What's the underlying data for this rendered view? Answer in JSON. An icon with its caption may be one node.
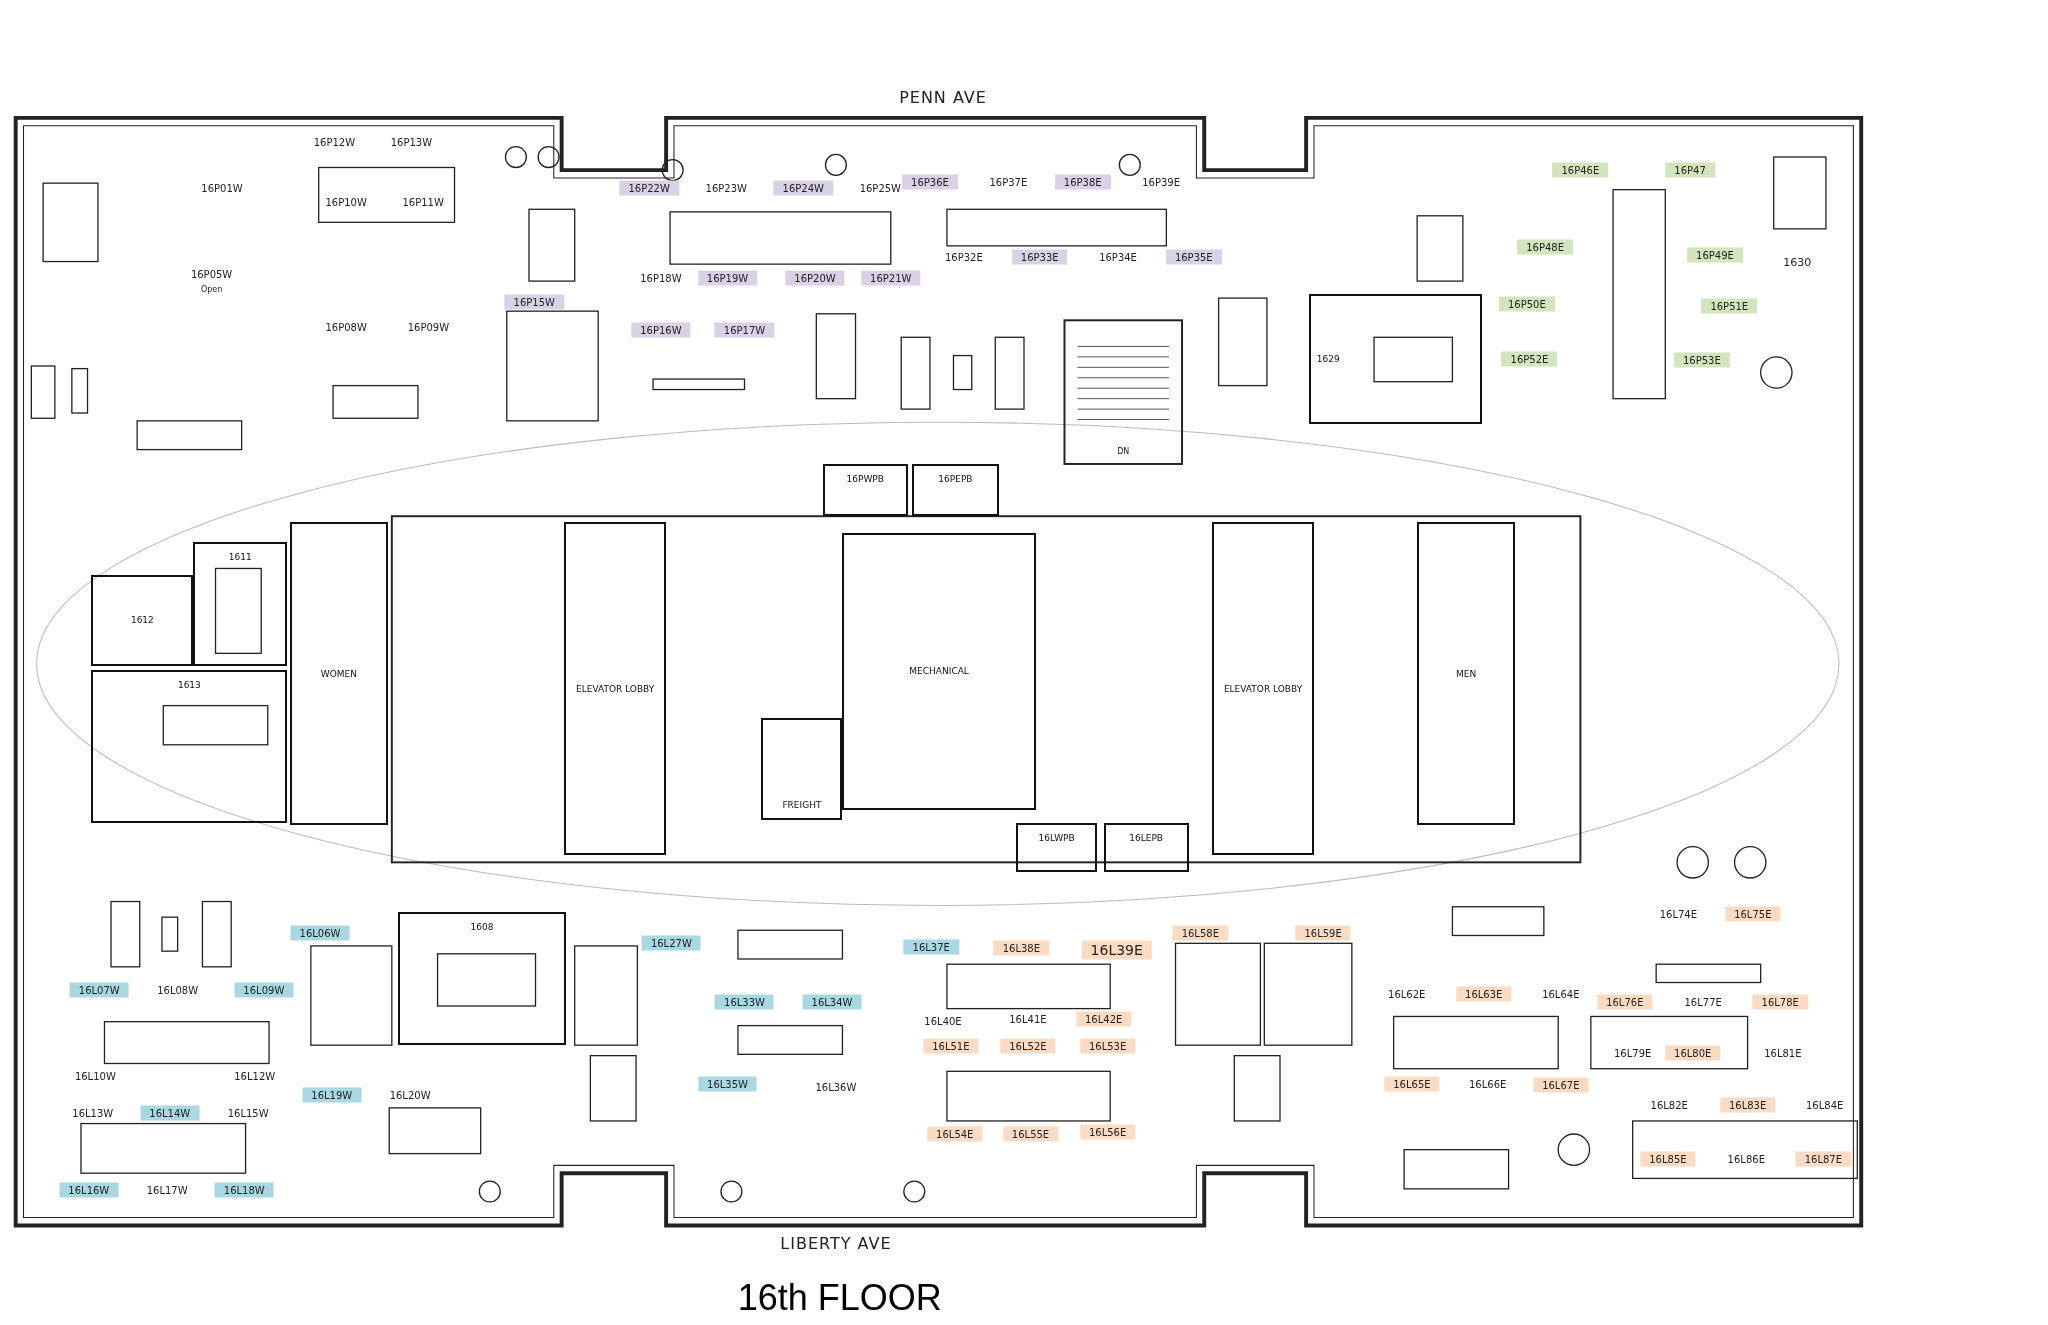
{
  "diagram": {
    "title": "16th FLOOR",
    "nodes": [
      {
        "text": [
          "1629"
        ]
      },
      {
        "text": [
          "16PWPB"
        ]
      },
      {
        "text": [
          "16PEPB"
        ]
      },
      {
        "text": [
          "1611"
        ]
      },
      {
        "text": [
          "1612"
        ]
      },
      {
        "text": [
          "WOMEN"
        ]
      },
      {
        "text": [
          "ELEVATOR LOBBY"
        ]
      },
      {
        "text": [
          "MECHANICAL"
        ]
      },
      {
        "text": [
          "ELEVATOR LOBBY"
        ]
      },
      {
        "text": [
          "MEN"
        ]
      },
      {
        "text": [
          "1613"
        ]
      },
      {
        "text": [
          "FREIGHT"
        ]
      },
      {
        "text": [
          "16LWPB"
        ]
      },
      {
        "text": [
          "16LEPB"
        ]
      },
      {
        "text": [
          "1608"
        ]
      }
    ],
    "labels": [
      "PENN AVE",
      "16P12W",
      "16P13W",
      "16P01W",
      "16P10W",
      "16P11W",
      "16P05W",
      "Open",
      "16P08W",
      "16P09W",
      "16P22W",
      "16P23W",
      "16P24W",
      "16P25W",
      "16P36E",
      "16P37E",
      "16P38E",
      "16P39E",
      "16P18W",
      "16P19W",
      "16P20W",
      "16P21W",
      "16P32E",
      "16P33E",
      "16P34E",
      "16P35E",
      "16P15W",
      "16P16W",
      "16P17W",
      "16P46E",
      "16P47",
      "16P48E",
      "16P49E",
      "1630",
      "16P50E",
      "16P51E",
      "16P52E",
      "16P53E",
      "DN",
      "16L06W",
      "16L27W",
      "16L07W",
      "16L08W",
      "16L09W",
      "16L10W",
      "16L12W",
      "16L19W",
      "16L20W",
      "16L13W",
      "16L14W",
      "16L15W",
      "16L16W",
      "16L17W",
      "16L18W",
      "16L33W",
      "16L34W",
      "16L35W",
      "16L36W",
      "16L37E",
      "16L38E",
      "16L39E",
      "16L40E",
      "16L41E",
      "16L42E",
      "16L51E",
      "16L52E",
      "16L53E",
      "16L54E",
      "16L55E",
      "16L56E",
      "16L58E",
      "16L59E",
      "16L74E",
      "16L75E",
      "16L62E",
      "16L63E",
      "16L64E",
      "16L76E",
      "16L77E",
      "16L78E",
      "16L79E",
      "16L80E",
      "16L81E",
      "16L65E",
      "16L66E",
      "16L67E",
      "16L82E",
      "16L83E",
      "16L84E",
      "16L85E",
      "16L86E",
      "16L87E",
      "LIBERTY AVE"
    ]
  }
}
